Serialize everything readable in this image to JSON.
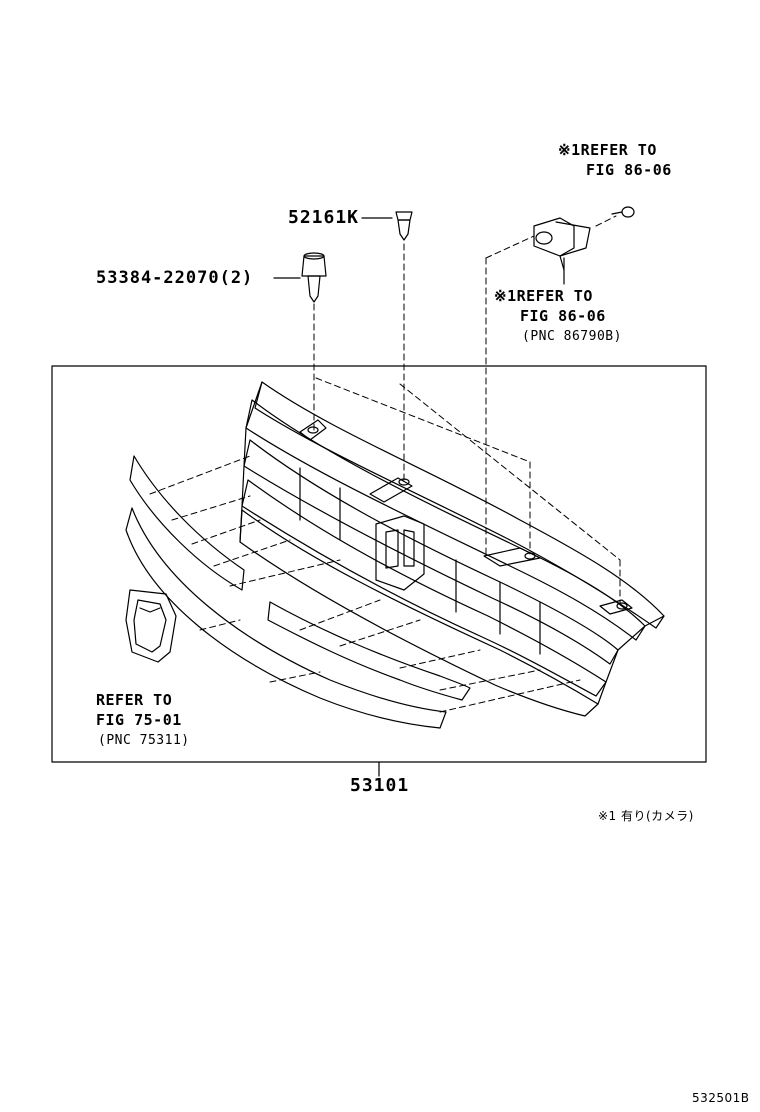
{
  "labels": {
    "part_52161k": "52161K",
    "part_53384": "53384-22070(2)",
    "camera_ref_top_line1": "※1REFER TO",
    "camera_ref_top_line2": "FIG 86-06",
    "camera_ref_side_line1": "※1REFER TO",
    "camera_ref_side_line2": "FIG 86-06",
    "camera_ref_side_pnc": "(PNC 86790B)",
    "emblem_ref_line1": "REFER TO",
    "emblem_ref_line2": "FIG 75-01",
    "emblem_ref_pnc": "(PNC 75311)",
    "assembly_part": "53101",
    "footnote": "※1 有り(カメラ)",
    "illustration_code": "532501B"
  }
}
